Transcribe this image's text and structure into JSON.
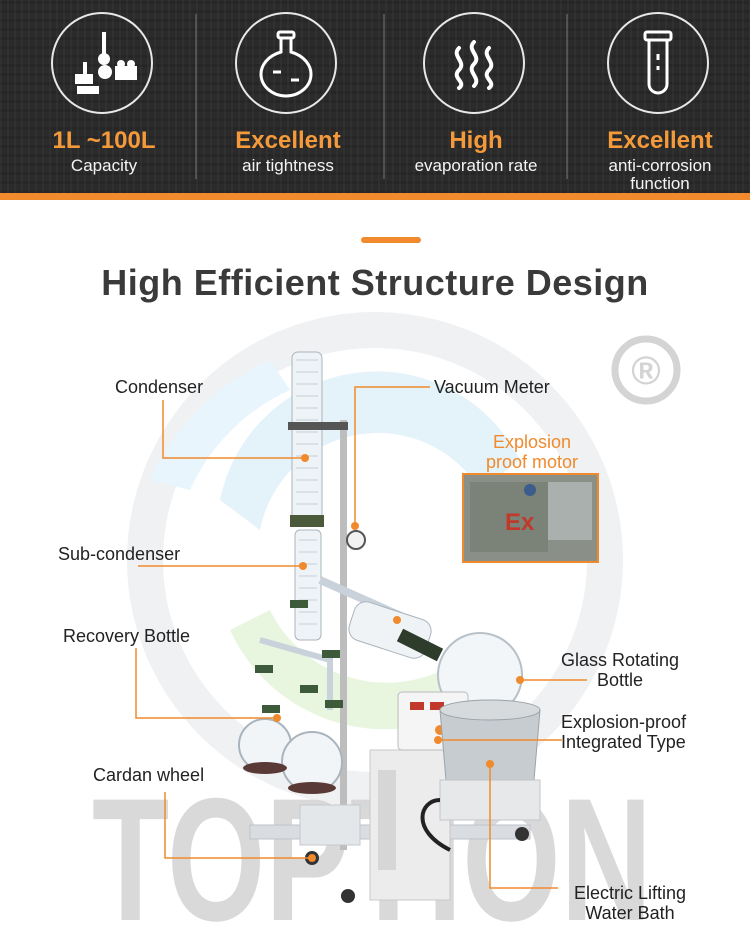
{
  "features": [
    {
      "title": "1L ~100L",
      "subtitle": "Capacity",
      "icon": "lab-equipment-icon"
    },
    {
      "title": "Excellent",
      "subtitle": "air tightness",
      "icon": "flask-icon"
    },
    {
      "title": "High",
      "subtitle": "evaporation rate",
      "icon": "steam-icon"
    },
    {
      "title": "Excellent",
      "subtitle": "anti-corrosion function",
      "icon": "test-tube-icon"
    }
  ],
  "heading": "High Efficient Structure Design",
  "watermark": "TOPTION",
  "trademark_symbol": "®",
  "labels": {
    "condenser": "Condenser",
    "vacuum_meter": "Vacuum Meter",
    "explosion_motor": "Explosion proof motor",
    "sub_condenser": "Sub-condenser",
    "recovery_bottle": "Recovery Bottle",
    "glass_rotating_bottle": "Glass Rotating Bottle",
    "explosion_proof_integrated": "Explosion-proof Integrated Type",
    "cardan_wheel": "Cardan wheel",
    "electric_lifting_water_bath": "Electric Lifting Water Bath"
  },
  "colors": {
    "accent": "#f08a2c",
    "banner_bg": "#2b2b2b",
    "heading_text": "#3a3a3a"
  }
}
